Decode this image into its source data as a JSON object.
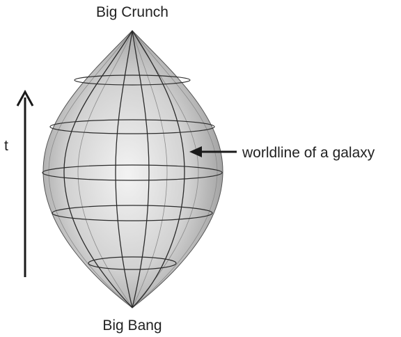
{
  "labels": {
    "top": "Big Crunch",
    "bottom": "Big Bang",
    "time_axis": "t",
    "worldline": "worldline of a galaxy"
  },
  "colors": {
    "surface_light": "#f2f2f2",
    "surface_dark": "#8f8f8f",
    "grid_major": "#2b2b2b",
    "grid_minor": "#8a8a8a",
    "arrow": "#1a1a1a",
    "text": "#222222"
  }
}
